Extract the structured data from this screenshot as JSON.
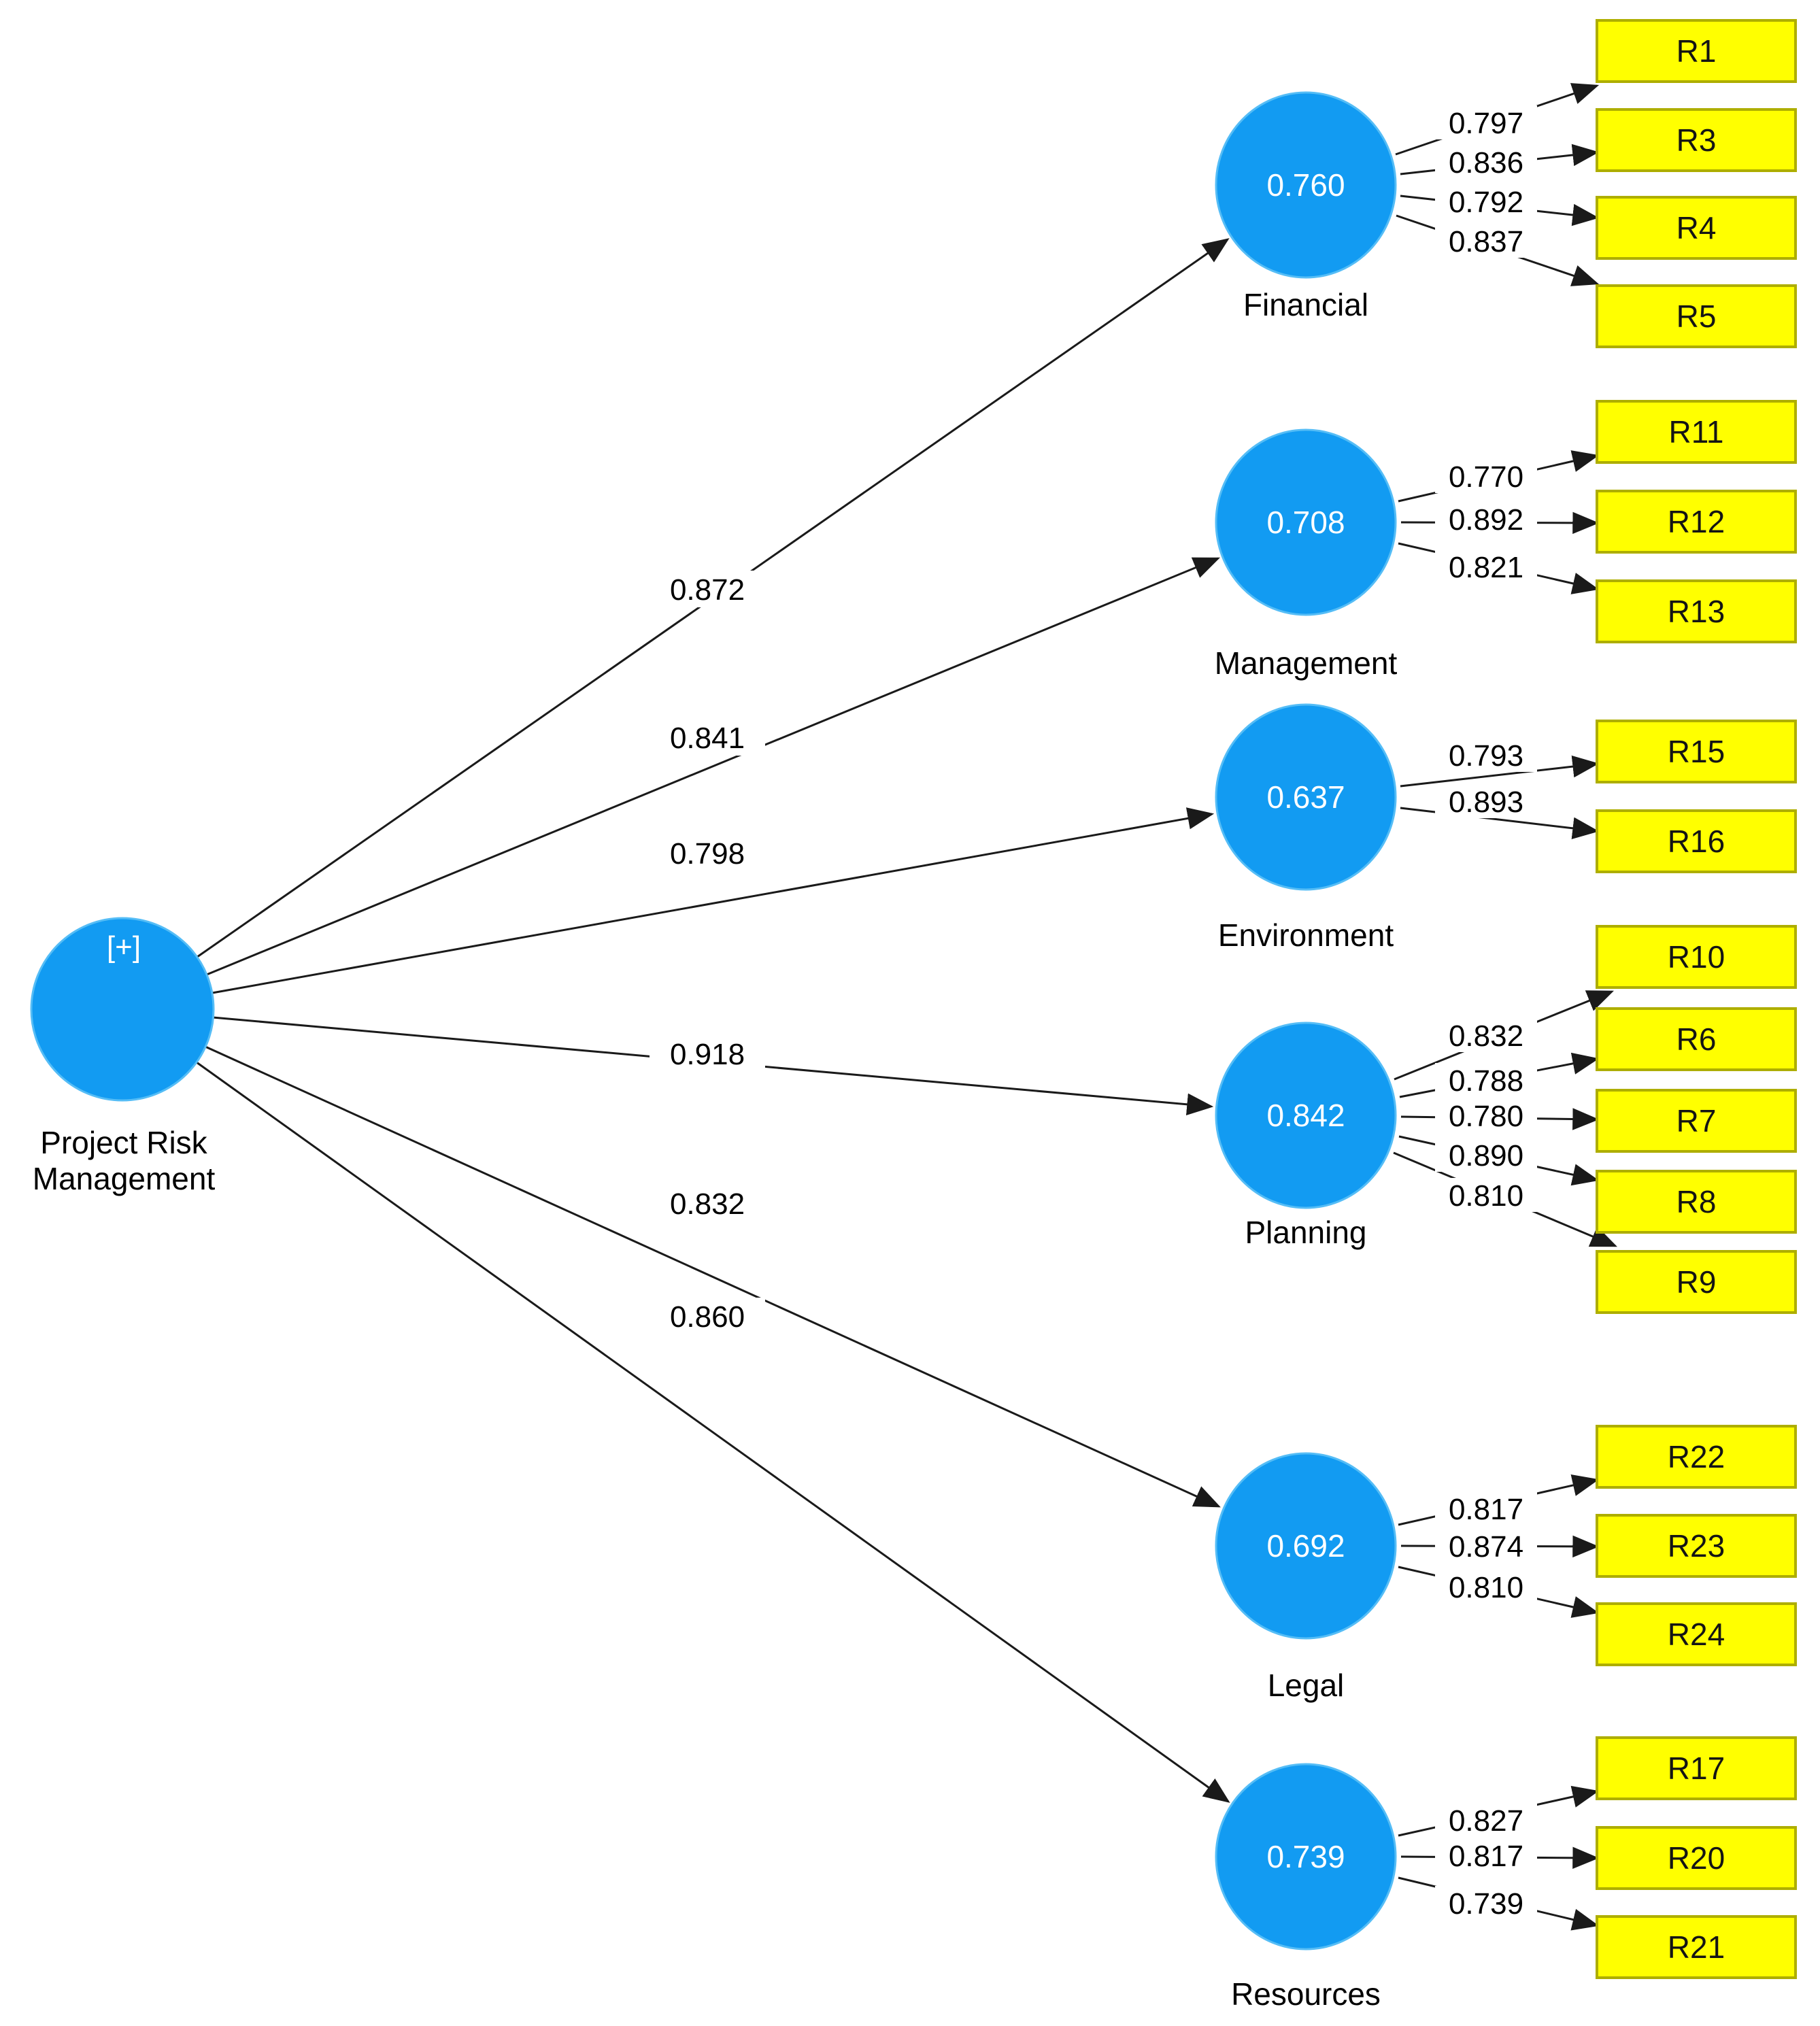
{
  "model": {
    "central_construct": {
      "collapse_symbol": "[+]",
      "label_line1": "Project Risk",
      "label_line2": "Management",
      "r2": ""
    },
    "constructs": [
      {
        "label": "Financial",
        "r2": "0.760",
        "path_coefficient": "0.872",
        "indicators": [
          {
            "name": "R1",
            "loading": "0.797"
          },
          {
            "name": "R3",
            "loading": "0.836"
          },
          {
            "name": "R4",
            "loading": "0.792"
          },
          {
            "name": "R5",
            "loading": "0.837"
          }
        ]
      },
      {
        "label": "Management",
        "r2": "0.708",
        "path_coefficient": "0.841",
        "indicators": [
          {
            "name": "R11",
            "loading": "0.770"
          },
          {
            "name": "R12",
            "loading": "0.892"
          },
          {
            "name": "R13",
            "loading": "0.821"
          }
        ]
      },
      {
        "label": "Environment",
        "r2": "0.637",
        "path_coefficient": "0.798",
        "indicators": [
          {
            "name": "R15",
            "loading": "0.793"
          },
          {
            "name": "R16",
            "loading": "0.893"
          }
        ]
      },
      {
        "label": "Planning",
        "r2": "0.842",
        "path_coefficient": "0.918",
        "indicators": [
          {
            "name": "R10",
            "loading": "0.832"
          },
          {
            "name": "R6",
            "loading": "0.788"
          },
          {
            "name": "R7",
            "loading": "0.780"
          },
          {
            "name": "R8",
            "loading": "0.890"
          },
          {
            "name": "R9",
            "loading": "0.810"
          }
        ]
      },
      {
        "label": "Legal",
        "r2": "0.692",
        "path_coefficient": "0.832",
        "indicators": [
          {
            "name": "R22",
            "loading": "0.817"
          },
          {
            "name": "R23",
            "loading": "0.874"
          },
          {
            "name": "R24",
            "loading": "0.810"
          }
        ]
      },
      {
        "label": "Resources",
        "r2": "0.739",
        "path_coefficient": "0.860",
        "indicators": [
          {
            "name": "R17",
            "loading": "0.827"
          },
          {
            "name": "R20",
            "loading": "0.817"
          },
          {
            "name": "R21",
            "loading": "0.739"
          }
        ]
      }
    ],
    "colors": {
      "construct_fill": "#129bf2",
      "indicator_fill": "#ffff00",
      "indicator_border": "#aeae00",
      "arrow": "#1a1a1a",
      "r2_text": "#ffffff",
      "label_text": "#000000"
    }
  }
}
